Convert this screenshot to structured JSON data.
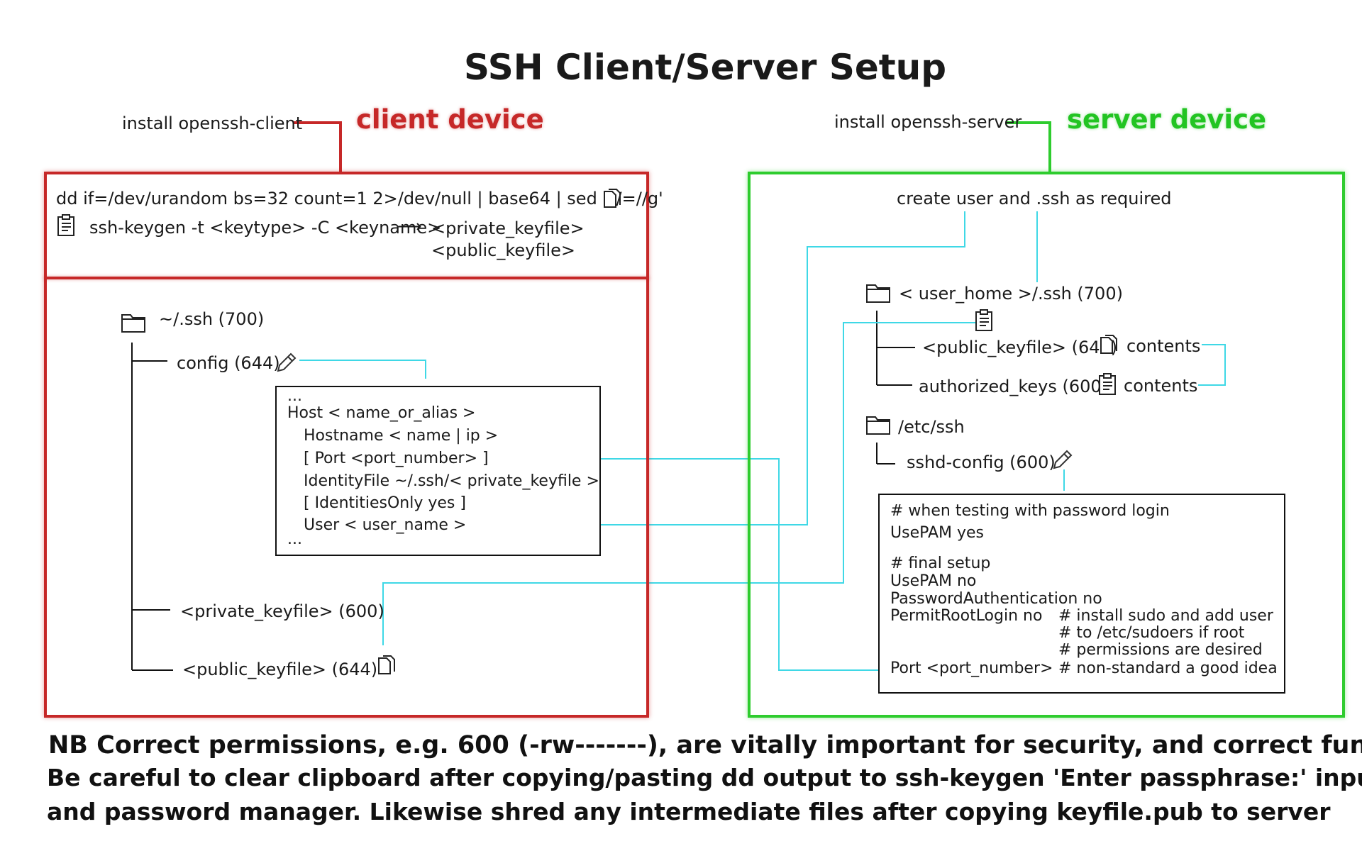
{
  "title": "SSH Client/Server Setup",
  "client": {
    "install_label": "install openssh-client",
    "device_label": "client device",
    "dd_command": "dd if=/dev/urandom bs=32 count=1 2>/dev/null | base64 | sed 's/=//g'",
    "keygen_command": "ssh-keygen -t <keytype> -C <keyname>",
    "keygen_arrow": "⟶",
    "private_keyfile_out": "<private_keyfile>",
    "public_keyfile_out": "<public_keyfile>",
    "ssh_dir": "~/.ssh (700)",
    "config_file": "config (644)",
    "private_keyfile_entry": "<private_keyfile> (600)",
    "public_keyfile_entry": "<public_keyfile> (644)",
    "config_lines": [
      "...",
      "Host  < name_or_alias >",
      "Hostname < name  |  ip >",
      "[ Port <port_number> ]",
      "IdentityFile ~/.ssh/< private_keyfile >",
      "[ IdentitiesOnly yes ]",
      "User < user_name >",
      "..."
    ]
  },
  "server": {
    "install_label": "install openssh-server",
    "device_label": "server device",
    "create_user_label": "create user and .ssh as required",
    "user_ssh_dir": "< user_home >/.ssh (700)",
    "public_keyfile_entry": "<public_keyfile> (644)",
    "contents_label_1": "contents",
    "authorized_keys_entry": "authorized_keys (600)",
    "contents_label_2": "contents",
    "etc_ssh_dir": "/etc/ssh",
    "sshd_config_file": "sshd-config (600)",
    "sshd_lines": [
      "# when testing with password login",
      "UsePAM yes",
      "# final setup",
      "UsePAM no",
      "PasswordAuthentication no",
      "PermitRootLogin no",
      "# install sudo and add user",
      "# to /etc/sudoers if root",
      "# permissions are desired",
      "Port  <port_number>",
      "# non-standard a good idea"
    ]
  },
  "notes": {
    "line1": "NB Correct permissions, e.g. 600 (-rw-------), are vitally important for security, and correct function.",
    "line2": "Be careful to clear clipboard after copying/pasting dd output to ssh-keygen 'Enter passphrase:' input",
    "line3": "and password manager. Likewise shred any intermediate files after copying keyfile.pub to server"
  },
  "colors": {
    "client_accent": "#c62828",
    "server_accent": "#2ecc2e",
    "connector": "#3fd8e6",
    "text": "#1a1a1a"
  },
  "icons": [
    "copy-icon",
    "paste-icon",
    "folder-icon",
    "pencil-icon"
  ]
}
